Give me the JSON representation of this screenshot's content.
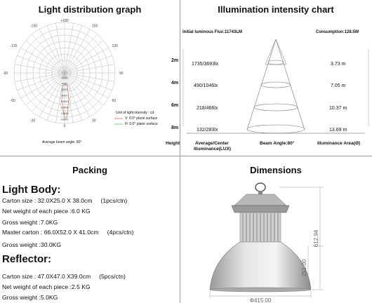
{
  "light_distribution": {
    "title": "Light distribution graph",
    "unit_label": "Unit of light intensity : cd",
    "legend_v": "V: 0.0° plane surface",
    "legend_h": "H: 0.0° plane surface",
    "beam_angle_caption": "Average beam angle: 80°",
    "top_angle": "+180",
    "angles_left": [
      "-150",
      "-120",
      "-90",
      "-60",
      "-30"
    ],
    "angles_right": [
      "150",
      "120",
      "90",
      "60",
      "30"
    ],
    "bottom_angle": "0",
    "radial_labels": [
      "2000",
      "4000",
      "6000",
      "8000",
      "10000",
      "12000",
      "14000",
      "16000"
    ],
    "colors": {
      "v_curve": "#d28a8a",
      "h_curve": "#8fc28a"
    }
  },
  "illumination": {
    "title": "Illumination intensity chart",
    "flux": "Initial luminous Flux:11743LM",
    "consumption": "Consumption:128.5W",
    "rows": [
      {
        "height": "2m",
        "lux": "1735/3693lx",
        "area": "3.73 m"
      },
      {
        "height": "4m",
        "lux": "490/1046lx",
        "area": "7.05 m"
      },
      {
        "height": "6m",
        "lux": "218/466lx",
        "area": "10.37 m"
      },
      {
        "height": "8m",
        "lux": "132/283lx",
        "area": "13.69 m"
      }
    ],
    "footer": {
      "height": "Height",
      "lux_1": "Average/Center",
      "lux_2": "Illuminance(LUX)",
      "beam": "Beam Angle:80°",
      "area": "Illuminance Area(Ø)"
    }
  },
  "packing": {
    "title": "Packing",
    "light_body": {
      "heading": "Light Body:",
      "carton_size": "Carton size : 32.0X25.0 X 38.0cm",
      "carton_qty": "(1pcs/ctn)",
      "net_weight": "Net weight of each piece :6.0 KG",
      "gross_weight": "Gross weight :7.0KG",
      "master_carton": "Master carton : 66.0X52.0 X 41.0cm",
      "master_qty": "(4pcs/ctn)",
      "master_gross": "Gross weight :30.0KG"
    },
    "reflector": {
      "heading": "Reflector:",
      "carton_size": "Carton size : 47.0X47.0 X39.0cm",
      "carton_qty": "(5pcs/ctn)",
      "net_weight": "Net weight of each piece :2.5 KG",
      "gross_weight": "Gross weight :5.0KG"
    }
  },
  "dimensions": {
    "title": "Dimensions",
    "height_total": "612.94",
    "height_reflector": "251.00",
    "diameter": "Φ415.00"
  }
}
